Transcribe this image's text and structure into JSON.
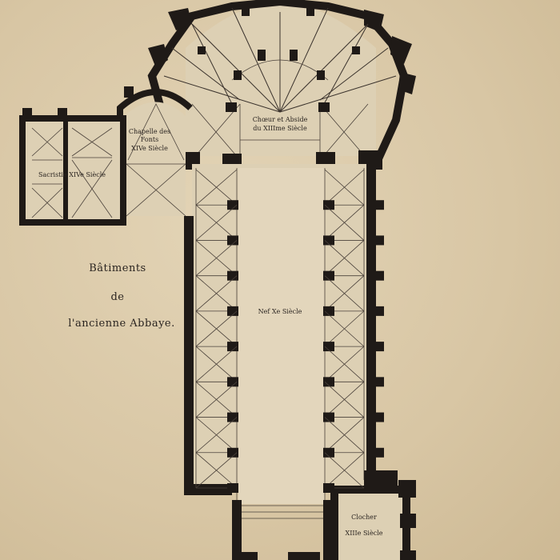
{
  "plan": {
    "side_label": {
      "line1": "Bâtiments",
      "line2": "de",
      "line3": "l'ancienne Abbaye."
    },
    "rooms": {
      "choeur_line1": "Chœur et Abside",
      "choeur_line2": "du XIIIme Siècle",
      "chapelle_line1": "Chapelle des",
      "chapelle_line2": "Fonts",
      "chapelle_line3": "XIVe Siècle",
      "sacristie": "Sacristie XIVe Siècle",
      "nef": "Nef Xe Siècle",
      "clocher_line1": "Clocher",
      "clocher_line2": "XIIIe Siècle"
    }
  }
}
